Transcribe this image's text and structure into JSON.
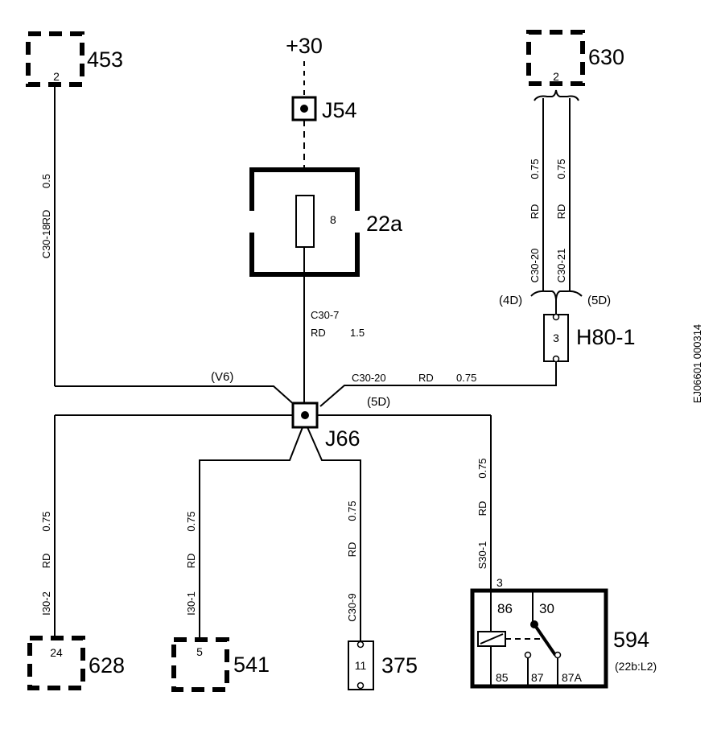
{
  "supply": {
    "label": "+30"
  },
  "components": {
    "c453": {
      "id": "453",
      "pin": "2"
    },
    "c630": {
      "id": "630",
      "pin": "2"
    },
    "j54": {
      "id": "J54"
    },
    "fuse": {
      "id": "22a",
      "pin": "8"
    },
    "h80": {
      "id": "H80-1",
      "pin": "3"
    },
    "j66": {
      "id": "J66"
    },
    "c628": {
      "id": "628",
      "pin": "24"
    },
    "c541": {
      "id": "541",
      "pin": "5"
    },
    "c375": {
      "id": "375",
      "pin": "11"
    },
    "relay": {
      "id": "594",
      "ref": "(22b:L2)",
      "pin_top": "3",
      "t86": "86",
      "t30": "30",
      "t85": "85",
      "t87": "87",
      "t87a": "87A"
    }
  },
  "wires": {
    "w453": {
      "code": "C30-18",
      "color": "RD",
      "size": "0.5"
    },
    "w630a": {
      "code": "C30-20",
      "color": "RD",
      "size": "0.75"
    },
    "w630b": {
      "code": "C30-21",
      "color": "RD",
      "size": "0.75"
    },
    "w22a": {
      "code": "C30-7",
      "color": "RD",
      "size": "1.5"
    },
    "wh80": {
      "code": "C30-20",
      "color": "RD",
      "size": "0.75"
    },
    "w628": {
      "code": "I30-2",
      "color": "RD",
      "size": "0.75"
    },
    "w541": {
      "code": "I30-1",
      "color": "RD",
      "size": "0.75"
    },
    "w375": {
      "code": "C30-9",
      "color": "RD",
      "size": "0.75"
    },
    "w594": {
      "code": "S30-1",
      "color": "RD",
      "size": "0.75"
    }
  },
  "splices": {
    "v6": "(V6)",
    "d5_right": "(5D)",
    "d4": "(4D)",
    "d5_h80": "(5D)"
  },
  "doc_id": "EJ06601 000314"
}
